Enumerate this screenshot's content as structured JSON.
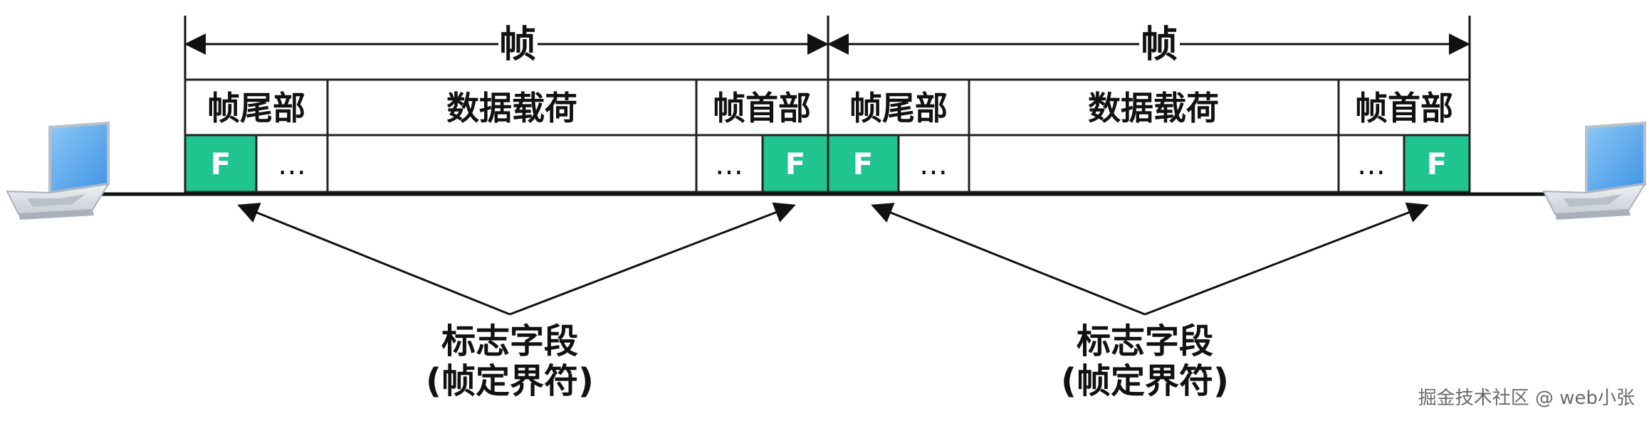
{
  "colors": {
    "flag": "#1fc48f",
    "line": "#111111",
    "laptop_body": "#d9dde3",
    "laptop_screen": "#55a9f0"
  },
  "frames": [
    {
      "label": "帧",
      "trailer": "帧尾部",
      "payload": "数据载荷",
      "header": "帧首部",
      "flag_left": "F",
      "flag_right": "F",
      "ellipsis_left": "…",
      "ellipsis_right": "…"
    },
    {
      "label": "帧",
      "trailer": "帧尾部",
      "payload": "数据载荷",
      "header": "帧首部",
      "flag_left": "F",
      "flag_right": "F",
      "ellipsis_left": "…",
      "ellipsis_right": "…"
    }
  ],
  "annotations": [
    {
      "line1": "标志字段",
      "line2": "(帧定界符)"
    },
    {
      "line1": "标志字段",
      "line2": "(帧定界符)"
    }
  ],
  "icons": {
    "left": "laptop-icon",
    "right": "laptop-icon"
  },
  "watermark": "掘金技术社区 @ web小张"
}
